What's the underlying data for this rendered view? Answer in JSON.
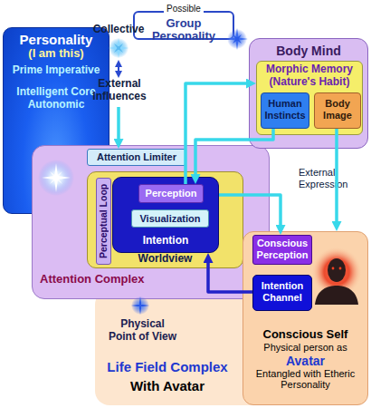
{
  "diagram": {
    "nodes": [
      {
        "text": [
          "Personality",
          "(I am this)",
          "Prime Imperative",
          "Intelligent Core Autonomic"
        ]
      },
      {
        "text": [
          "Possible",
          "Group Personality"
        ]
      },
      {
        "text": [
          "Collective"
        ]
      },
      {
        "text": [
          "Body Mind"
        ]
      },
      {
        "text": [
          "Morphic Memory (Nature's Habit)"
        ],
        "in": 3
      },
      {
        "text": [
          "Human Instincts"
        ],
        "in": 4
      },
      {
        "text": [
          "Body Image"
        ],
        "in": 4
      },
      {
        "text": [
          "External Influences"
        ]
      },
      {
        "text": [
          "Attention Complex"
        ]
      },
      {
        "text": [
          "Attention Limiter"
        ],
        "in": 8
      },
      {
        "text": [
          "Worldview"
        ],
        "in": 8
      },
      {
        "text": [
          "Perceptual Loop"
        ],
        "in": 10
      },
      {
        "text": [
          "Intention"
        ],
        "in": 10
      },
      {
        "text": [
          "Perception"
        ],
        "in": 12
      },
      {
        "text": [
          "Visualization"
        ],
        "in": 12
      },
      {
        "text": [
          "Physical Point of View"
        ]
      },
      {
        "text": [
          "Conscious Self",
          "Physical person as",
          "Avatar",
          "Entangled with Etheric Personality"
        ],
        "in": 15
      },
      {
        "text": [
          "Conscious Perception"
        ],
        "in": 16
      },
      {
        "text": [
          "Intention Channel"
        ],
        "in": 16
      }
    ],
    "edges": [
      {
        "from": 2,
        "to": 7,
        "arrow": "both"
      },
      {
        "from": 7,
        "to": 9,
        "arrow": "to"
      },
      {
        "from": 13,
        "to": 4,
        "arrow": "to"
      },
      {
        "from": 5,
        "to": 13,
        "arrow": "to"
      },
      {
        "from": 12,
        "to": 17,
        "label": "External Expression",
        "arrow": "to"
      },
      {
        "from": 6,
        "to": 16,
        "arrow": "to"
      },
      {
        "from": 18,
        "to": 12,
        "arrow": "to"
      }
    ],
    "labels": [
      "Life Field Complex",
      "With Avatar"
    ]
  }
}
